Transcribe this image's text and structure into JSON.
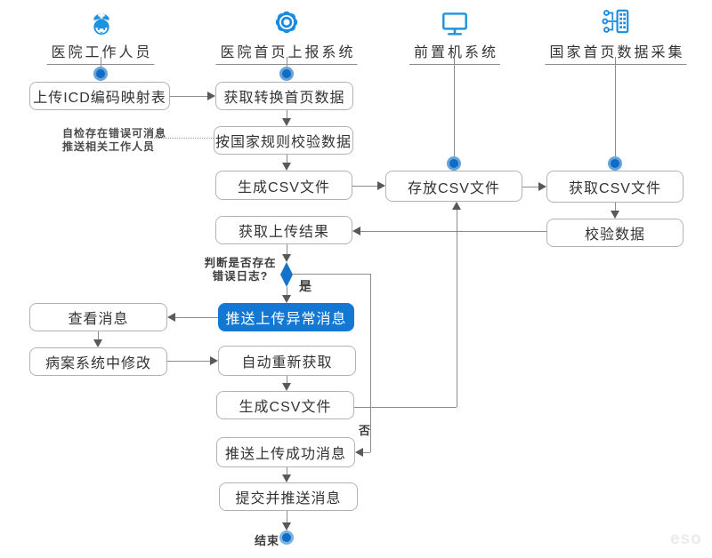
{
  "diagram": {
    "lanes": [
      {
        "title": "医院工作人员",
        "icon": "nurse-icon"
      },
      {
        "title": "医院首页上报系统",
        "icon": "gear-icon"
      },
      {
        "title": "前置机系统",
        "icon": "monitor-icon"
      },
      {
        "title": "国家首页数据采集",
        "icon": "data-collection-icon"
      }
    ],
    "nodes": {
      "upload_icd": "上传ICD编码映射表",
      "get_convert": "获取转换首页数据",
      "validate_rules": "按国家规则校验数据",
      "gen_csv_1": "生成CSV文件",
      "store_csv": "存放CSV文件",
      "get_csv": "获取CSV文件",
      "verify_data": "校验数据",
      "get_result": "获取上传结果",
      "push_error": "推送上传异常消息",
      "view_msg": "查看消息",
      "modify_record": "病案系统中修改",
      "auto_refetch": "自动重新获取",
      "gen_csv_2": "生成CSV文件",
      "push_success": "推送上传成功消息",
      "submit_push": "提交并推送消息"
    },
    "labels": {
      "note_line1": "自检存在错误可消息",
      "note_line2": "推送相关工作人员",
      "decision_line1": "判断是否存在",
      "decision_line2": "错误日志?",
      "yes": "是",
      "no": "否",
      "end": "结束",
      "watermark": "eso"
    },
    "colors": {
      "accent_blue": "#1377d4",
      "icon_blue": "#1a93e0",
      "dot_blue": "#0f6cc7",
      "line_gray": "#8c8c8c",
      "border_gray": "#b3b3b3"
    }
  }
}
